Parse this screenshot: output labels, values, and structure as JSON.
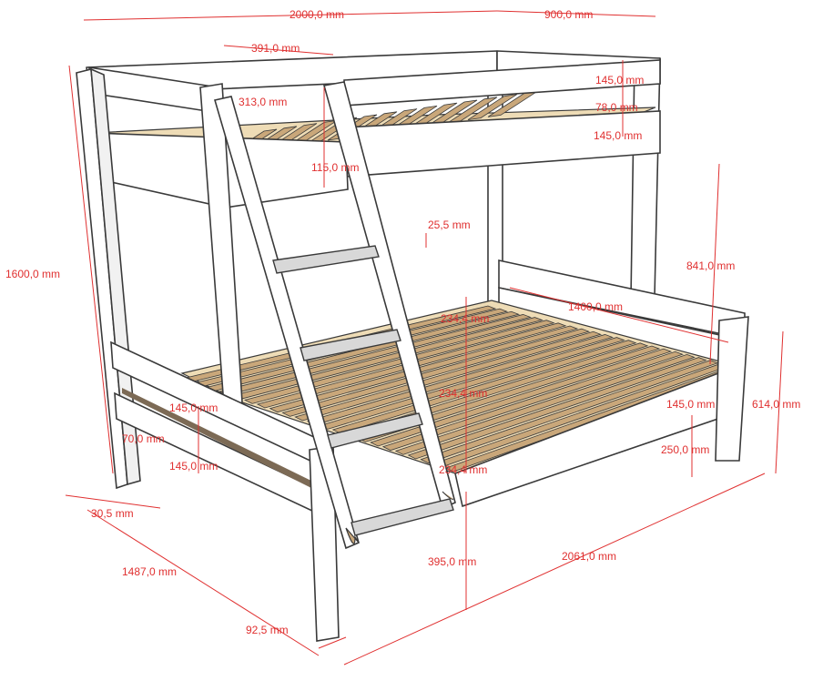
{
  "colors": {
    "dimension": "#e03030",
    "frame_fill": "#ffffff",
    "outline": "#3a3a3a",
    "shadow": "#bdbdbd",
    "plywood": "#eedcb6",
    "slat": "#c9a77a",
    "slat_dark": "#7c6a55",
    "background": "#ffffff"
  },
  "dimensions": [
    {
      "id": "top-length",
      "text": "2000,0 mm"
    },
    {
      "id": "top-width",
      "text": "900,0 mm"
    },
    {
      "id": "ladder-spacing",
      "text": "391,0 mm"
    },
    {
      "id": "ladder-offset",
      "text": "313,0 mm"
    },
    {
      "id": "guard-top-rail",
      "text": "145,0 mm"
    },
    {
      "id": "guard-gap",
      "text": "78,0 mm"
    },
    {
      "id": "guard-bottom-rail",
      "text": "145,0 mm"
    },
    {
      "id": "ladder-width",
      "text": "115,0 mm"
    },
    {
      "id": "step-depth",
      "text": "25,5 mm"
    },
    {
      "id": "total-height",
      "text": "1600,0 mm"
    },
    {
      "id": "clearance",
      "text": "841,0 mm"
    },
    {
      "id": "bottom-inner-length",
      "text": "1400,0 mm"
    },
    {
      "id": "step-spacing-1",
      "text": "234,4 mm"
    },
    {
      "id": "step-spacing-2",
      "text": "234,4 mm"
    },
    {
      "id": "step-spacing-3",
      "text": "234,4 mm"
    },
    {
      "id": "front-rail-top",
      "text": "145,0 mm"
    },
    {
      "id": "front-rail-gap",
      "text": "70,0 mm"
    },
    {
      "id": "front-rail-bottom",
      "text": "145,0 mm"
    },
    {
      "id": "side-rail",
      "text": "145,0 mm"
    },
    {
      "id": "bottom-height",
      "text": "614,0 mm"
    },
    {
      "id": "leg-height",
      "text": "250,0 mm"
    },
    {
      "id": "post-width",
      "text": "30,5 mm"
    },
    {
      "id": "bottom-width",
      "text": "1487,0 mm"
    },
    {
      "id": "ladder-base-height",
      "text": "395,0 mm"
    },
    {
      "id": "bottom-length",
      "text": "2061,0 mm"
    },
    {
      "id": "post-depth",
      "text": "92,5 mm"
    }
  ]
}
